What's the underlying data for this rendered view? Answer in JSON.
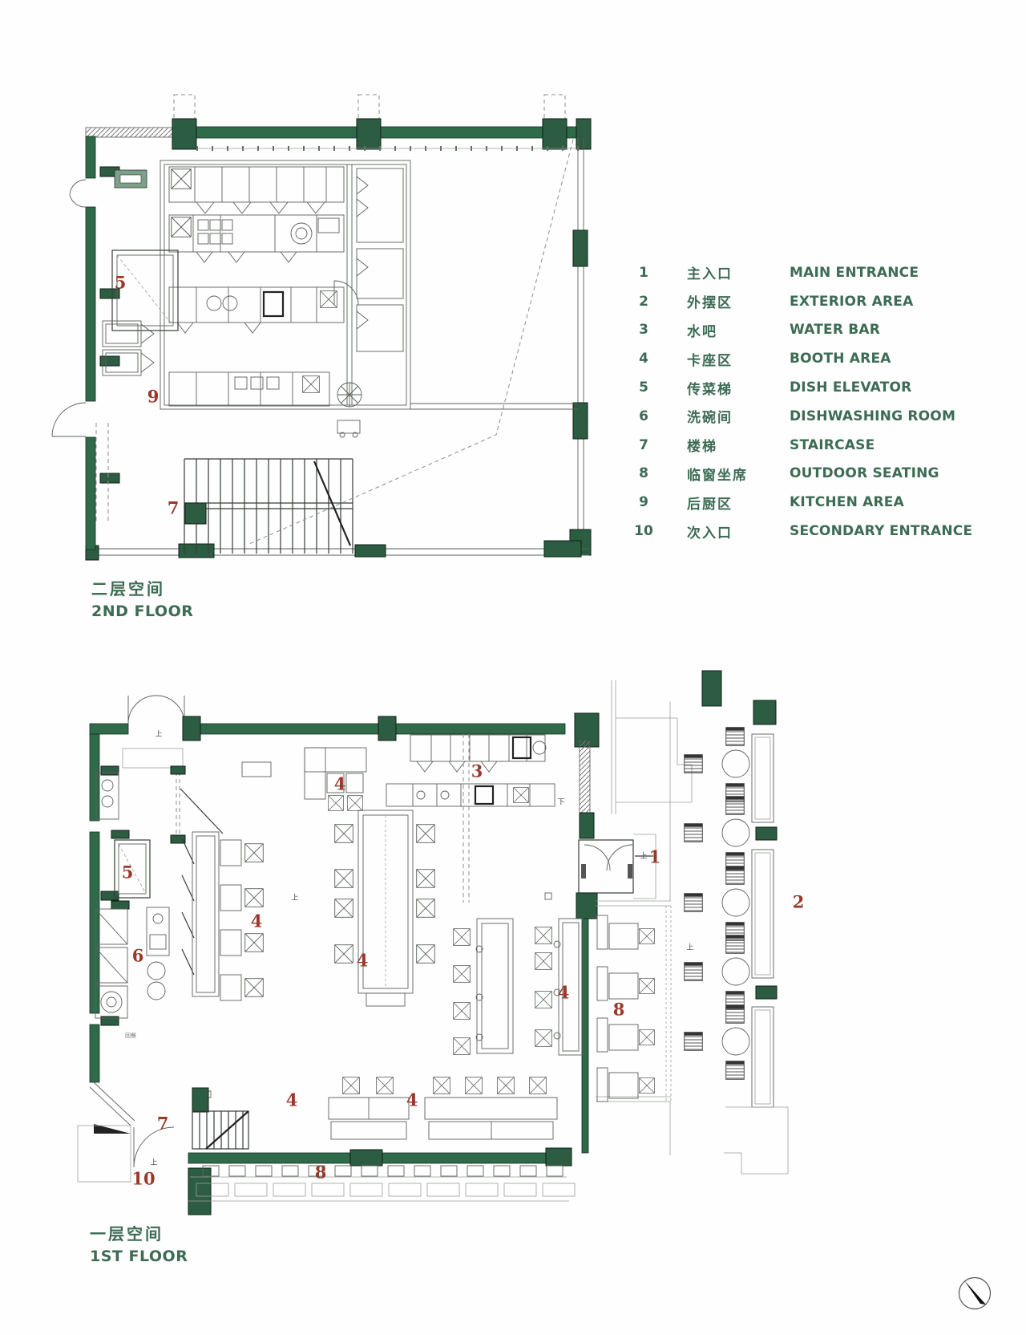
{
  "colors": {
    "wall_green": "#2f6a4b",
    "column_green": "#2c5c41",
    "label_red": "#99392b",
    "text_green": "#3d6b54",
    "background": "#ffffff"
  },
  "legend": {
    "items": [
      {
        "num": "1",
        "zh": "主入口",
        "en": "MAIN ENTRANCE"
      },
      {
        "num": "2",
        "zh": "外摆区",
        "en": "EXTERIOR AREA"
      },
      {
        "num": "3",
        "zh": "水吧",
        "en": "WATER BAR"
      },
      {
        "num": "4",
        "zh": "卡座区",
        "en": "BOOTH AREA"
      },
      {
        "num": "5",
        "zh": "传菜梯",
        "en": "DISH ELEVATOR"
      },
      {
        "num": "6",
        "zh": "洗碗间",
        "en": "DISHWASHING ROOM"
      },
      {
        "num": "7",
        "zh": "楼梯",
        "en": "STAIRCASE"
      },
      {
        "num": "8",
        "zh": "临窗坐席",
        "en": "OUTDOOR SEATING"
      },
      {
        "num": "9",
        "zh": "后厨区",
        "en": "KITCHEN AREA"
      },
      {
        "num": "10",
        "zh": "次入口",
        "en": "SECONDARY ENTRANCE"
      }
    ]
  },
  "floor2": {
    "title_zh": "二层空间",
    "title_en": "2ND FLOOR",
    "labels": [
      {
        "id": "dish-elevator",
        "text": "5"
      },
      {
        "id": "kitchen-area",
        "text": "9"
      },
      {
        "id": "staircase",
        "text": "7"
      }
    ]
  },
  "floor1": {
    "title_zh": "一层空间",
    "title_en": "1ST FLOOR",
    "labels": [
      {
        "id": "booth-top",
        "text": "4"
      },
      {
        "id": "water-bar",
        "text": "3"
      },
      {
        "id": "main-entrance",
        "text": "1"
      },
      {
        "id": "exterior-area",
        "text": "2"
      },
      {
        "id": "dish-elevator",
        "text": "5"
      },
      {
        "id": "dishwashing-room",
        "text": "6"
      },
      {
        "id": "booth-left",
        "text": "4"
      },
      {
        "id": "booth-center",
        "text": "4"
      },
      {
        "id": "booth-right",
        "text": "4"
      },
      {
        "id": "booth-bottom-left",
        "text": "4"
      },
      {
        "id": "booth-bottom-right",
        "text": "4"
      },
      {
        "id": "window-seating-right",
        "text": "8"
      },
      {
        "id": "window-seating-bottom",
        "text": "8"
      },
      {
        "id": "staircase",
        "text": "7"
      },
      {
        "id": "secondary-entrance",
        "text": "10"
      }
    ],
    "marks": [
      {
        "text": "上"
      },
      {
        "text": "下"
      },
      {
        "text": "上"
      },
      {
        "text": "上"
      },
      {
        "text": "上"
      },
      {
        "text": "上"
      }
    ],
    "pass_label": "回餐"
  }
}
